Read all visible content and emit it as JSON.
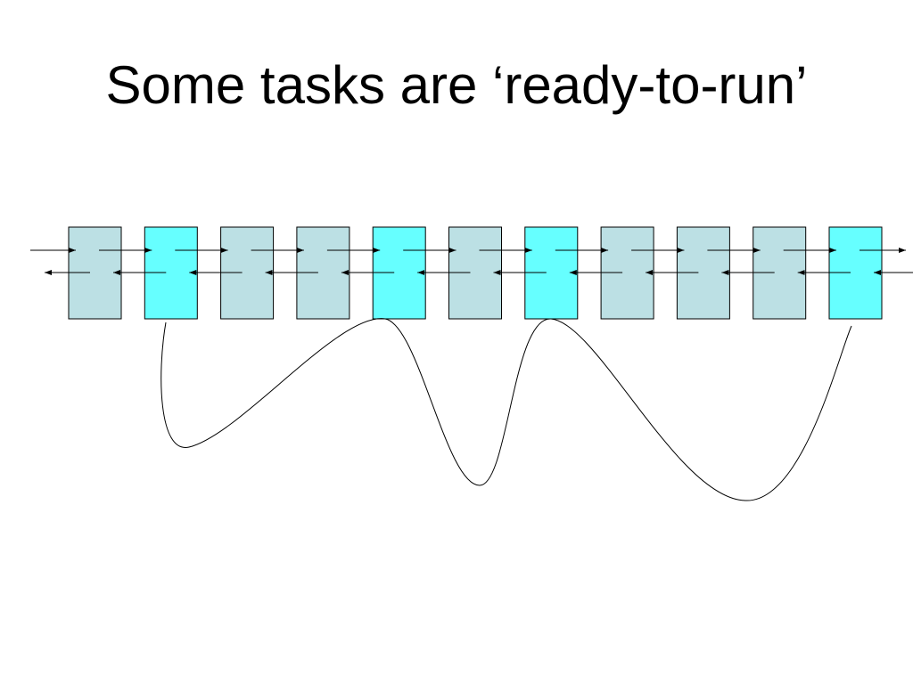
{
  "slide": {
    "title": "Some tasks are ‘ready-to-run’"
  },
  "diagram": {
    "node_count": 11,
    "ready_nodes": [
      1,
      4,
      6,
      10
    ],
    "colors": {
      "normal_fill": "#BCE0E4",
      "ready_fill": "#66FFFF",
      "stroke": "#000000",
      "background": "#FFFFFF"
    }
  }
}
